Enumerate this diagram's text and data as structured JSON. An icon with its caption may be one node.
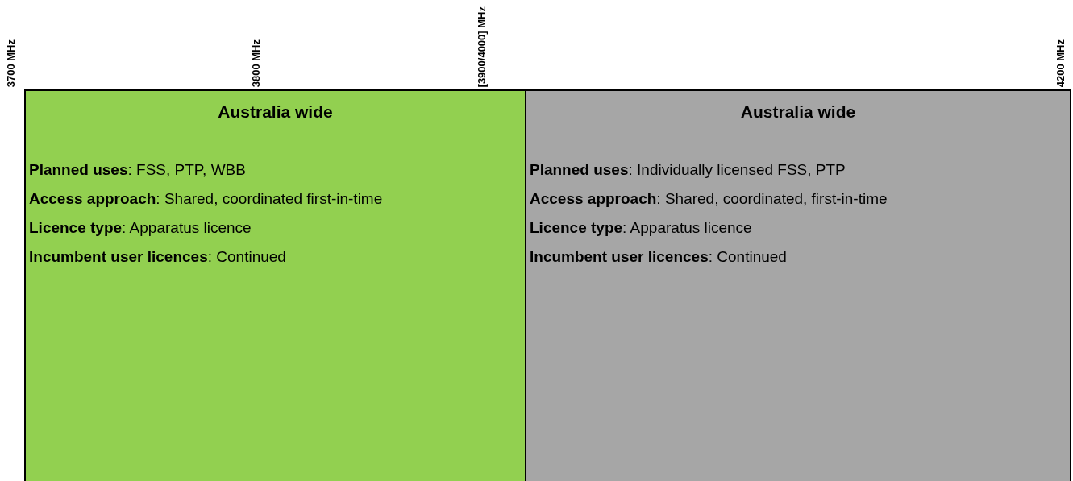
{
  "diagram": {
    "nodes": [
      {
        "text": [
          "Australia wide",
          "**Planned uses**: FSS, PTP, WBB",
          "**Access approach**: Shared, coordinated first-in-time",
          "**Licence type**: Apparatus licence",
          "**Incumbent user licences**: Continued"
        ]
      },
      {
        "text": [
          "Australia wide",
          "**Planned uses**: Individually licensed FSS, PTP",
          "**Access approach**: Shared, coordinated, first-in-time",
          "**Licence type**: Apparatus licence",
          "**Incumbent user licences**: Continued"
        ]
      }
    ],
    "labels": [
      "3700 MHz",
      "3800 MHz",
      "[3900/4000] MHz",
      "4200 MHz"
    ]
  }
}
